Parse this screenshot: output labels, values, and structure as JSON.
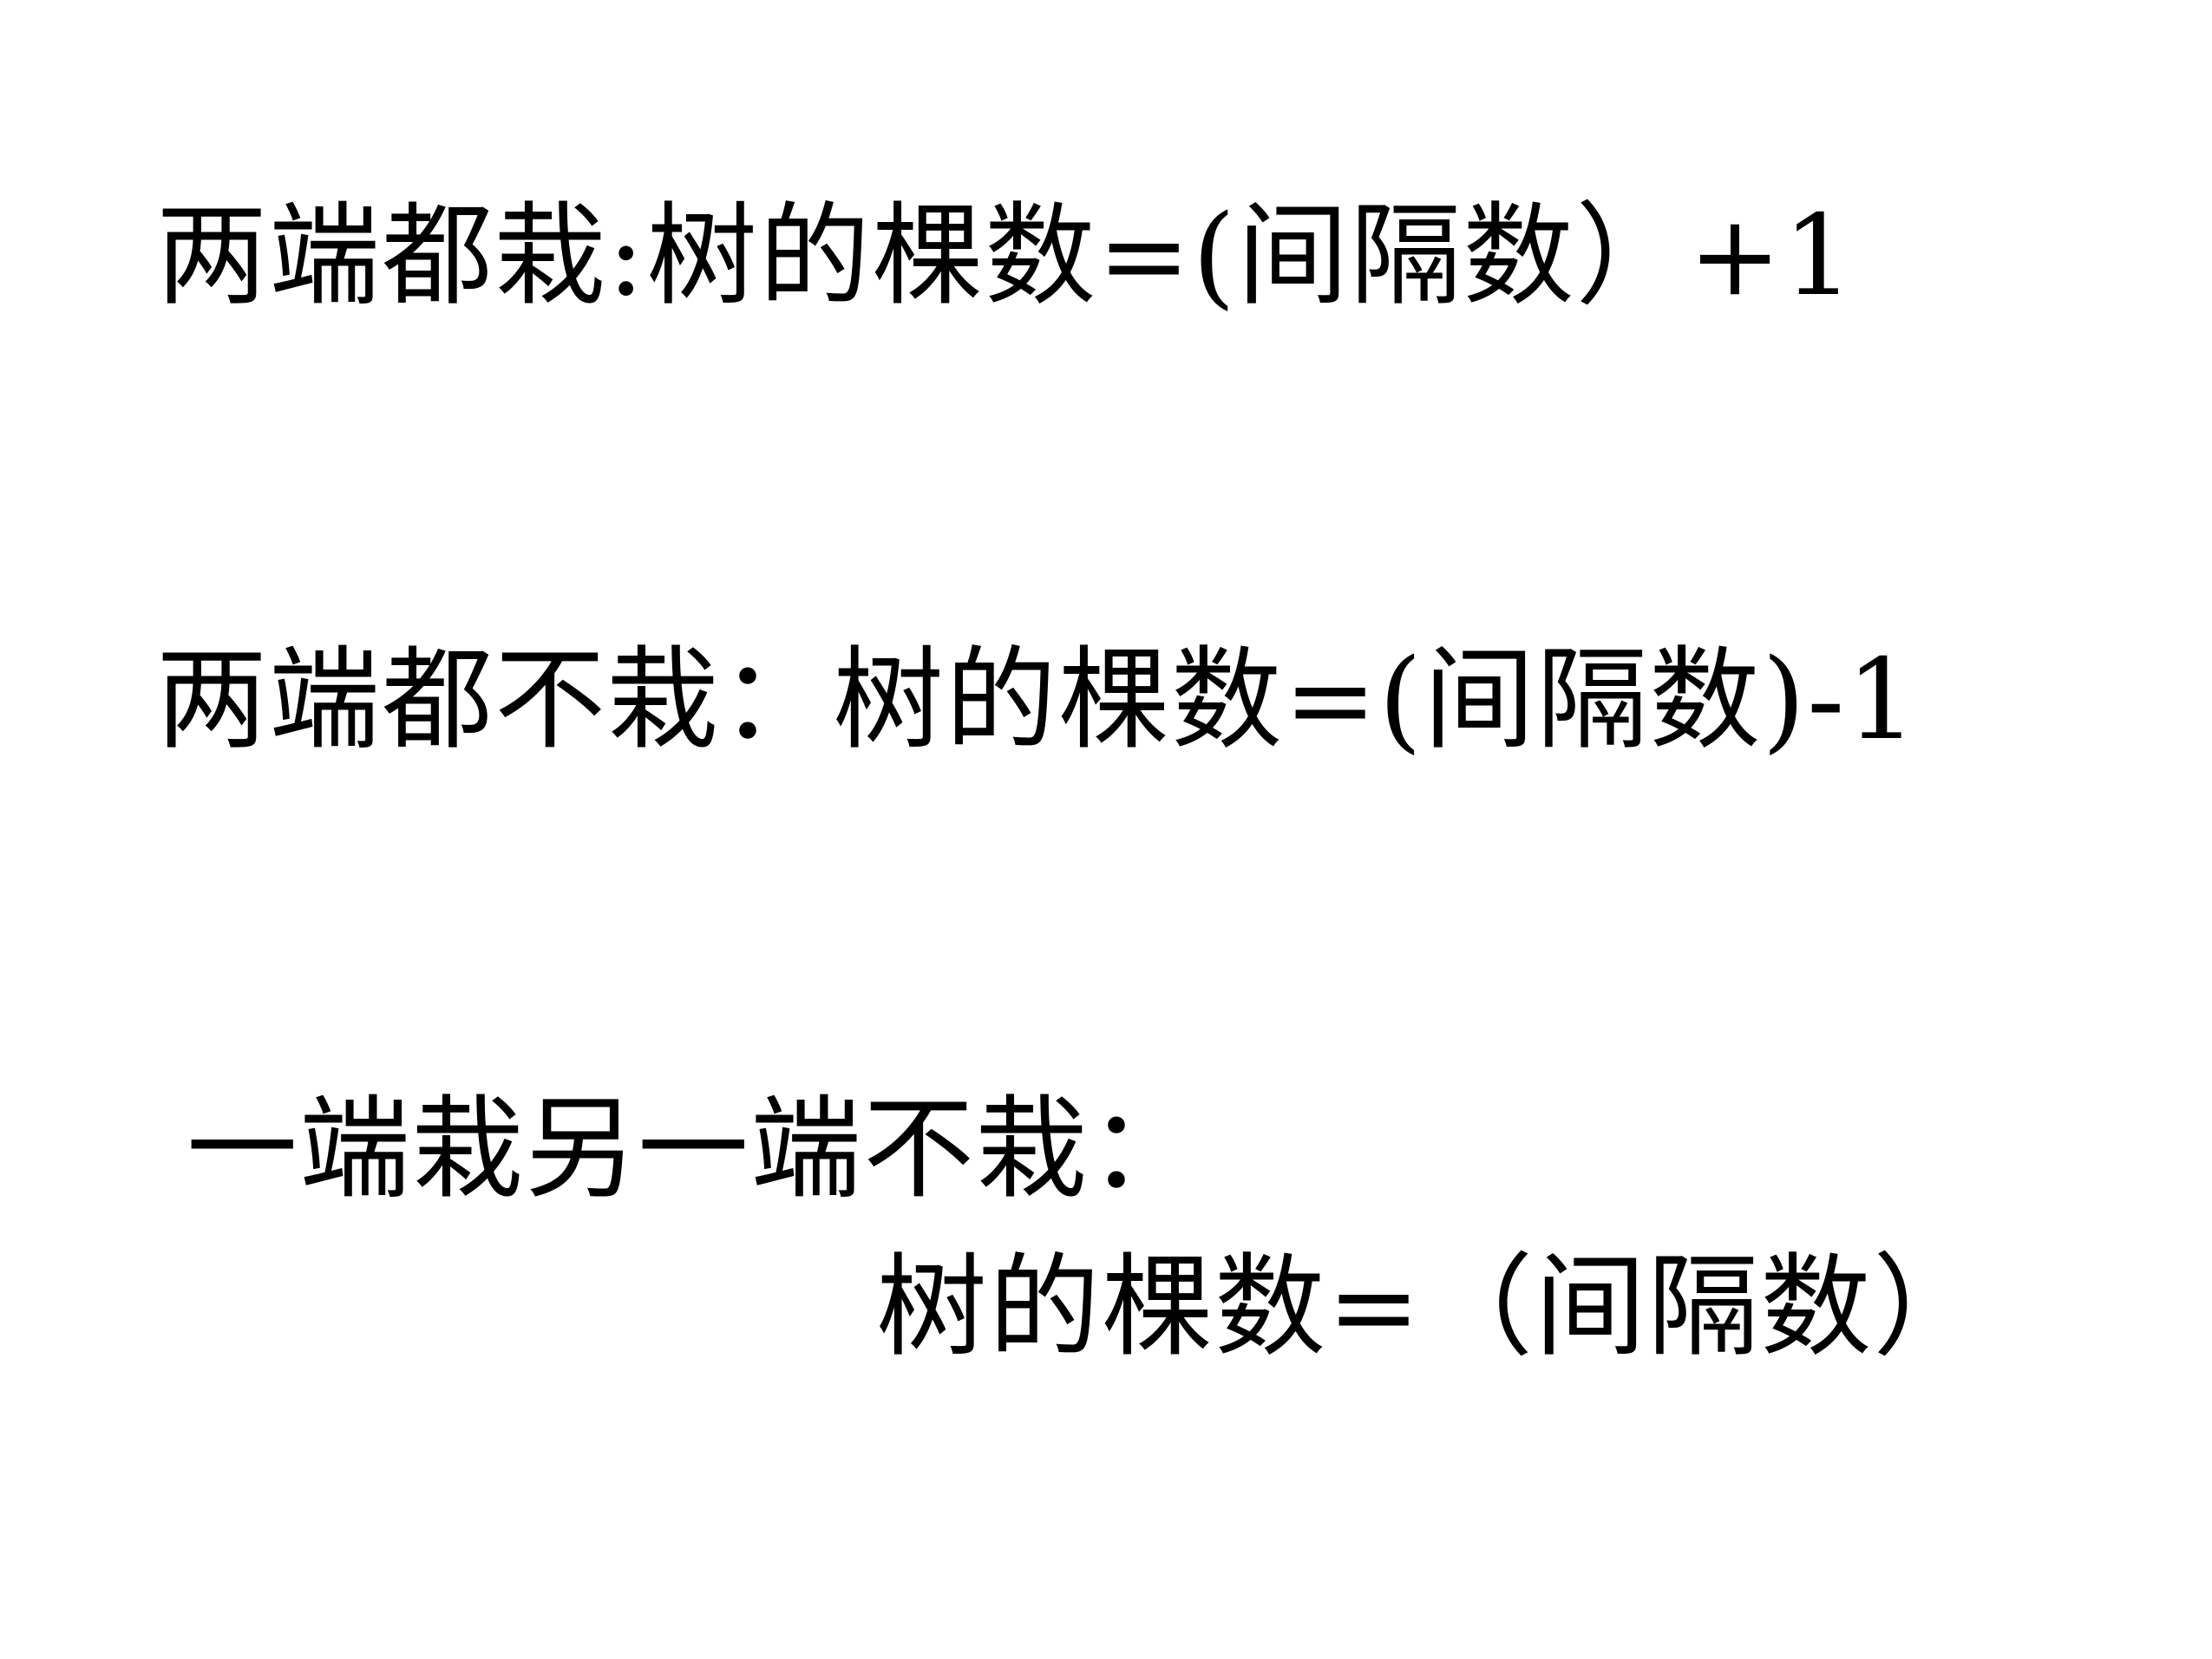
{
  "rules": {
    "both_ends": "两端都栽:树的棵数=(间隔数）+1",
    "neither_end": "两端都不栽：树的棵数=(间隔数)-1",
    "one_end_heading": "一端栽另一端不栽：",
    "one_end_formula": "树的棵数=（间隔数）"
  }
}
